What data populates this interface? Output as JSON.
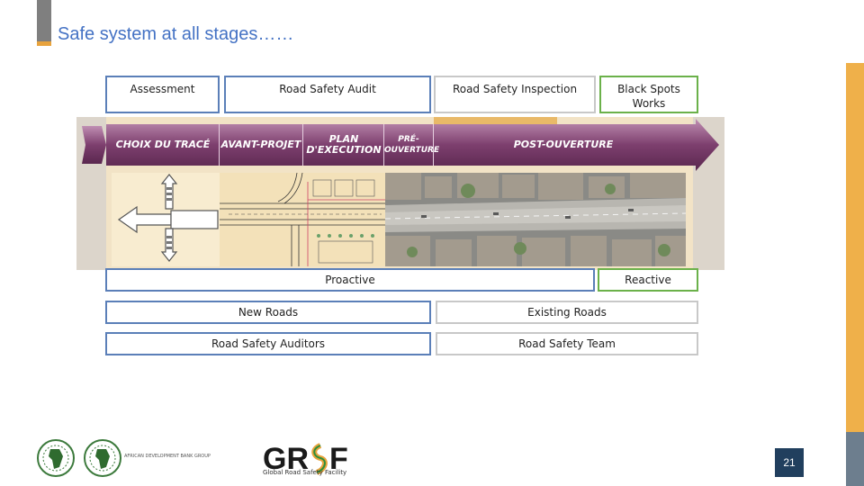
{
  "slide": {
    "title": "Safe system at all stages……",
    "page_number": "21"
  },
  "stages": {
    "assessment": "Assessment",
    "audit": "Road Safety Audit",
    "inspection": "Road Safety Inspection",
    "black_spots": "Black Spots Works"
  },
  "banner": {
    "choix": "CHOIX DU TRACÉ",
    "avant_projet": "AVANT-PROJET",
    "plan_line1": "PLAN",
    "plan_line2": "D'EXECUTION",
    "pre_line1": "PRÉ-",
    "pre_line2": "OUVERTURE",
    "post": "POST-OUVERTURE"
  },
  "approach": {
    "proactive": "Proactive",
    "reactive": "Reactive"
  },
  "roads": {
    "new": "New Roads",
    "existing": "Existing Roads"
  },
  "actors": {
    "auditors": "Road Safety Auditors",
    "team": "Road Safety Team"
  },
  "footer": {
    "afdb_text": "AFRICAN DEVELOPMENT BANK GROUP",
    "grsf_logo": "GRSF",
    "grsf_subtitle": "Global Road Safety Facility"
  },
  "colors": {
    "title": "#4472c4",
    "accent_orange": "#efb04a",
    "banner_purple": "#7a3b6b",
    "box_blue": "#5b7fb8",
    "box_green": "#6bb14a",
    "page_badge": "#213f5e"
  }
}
